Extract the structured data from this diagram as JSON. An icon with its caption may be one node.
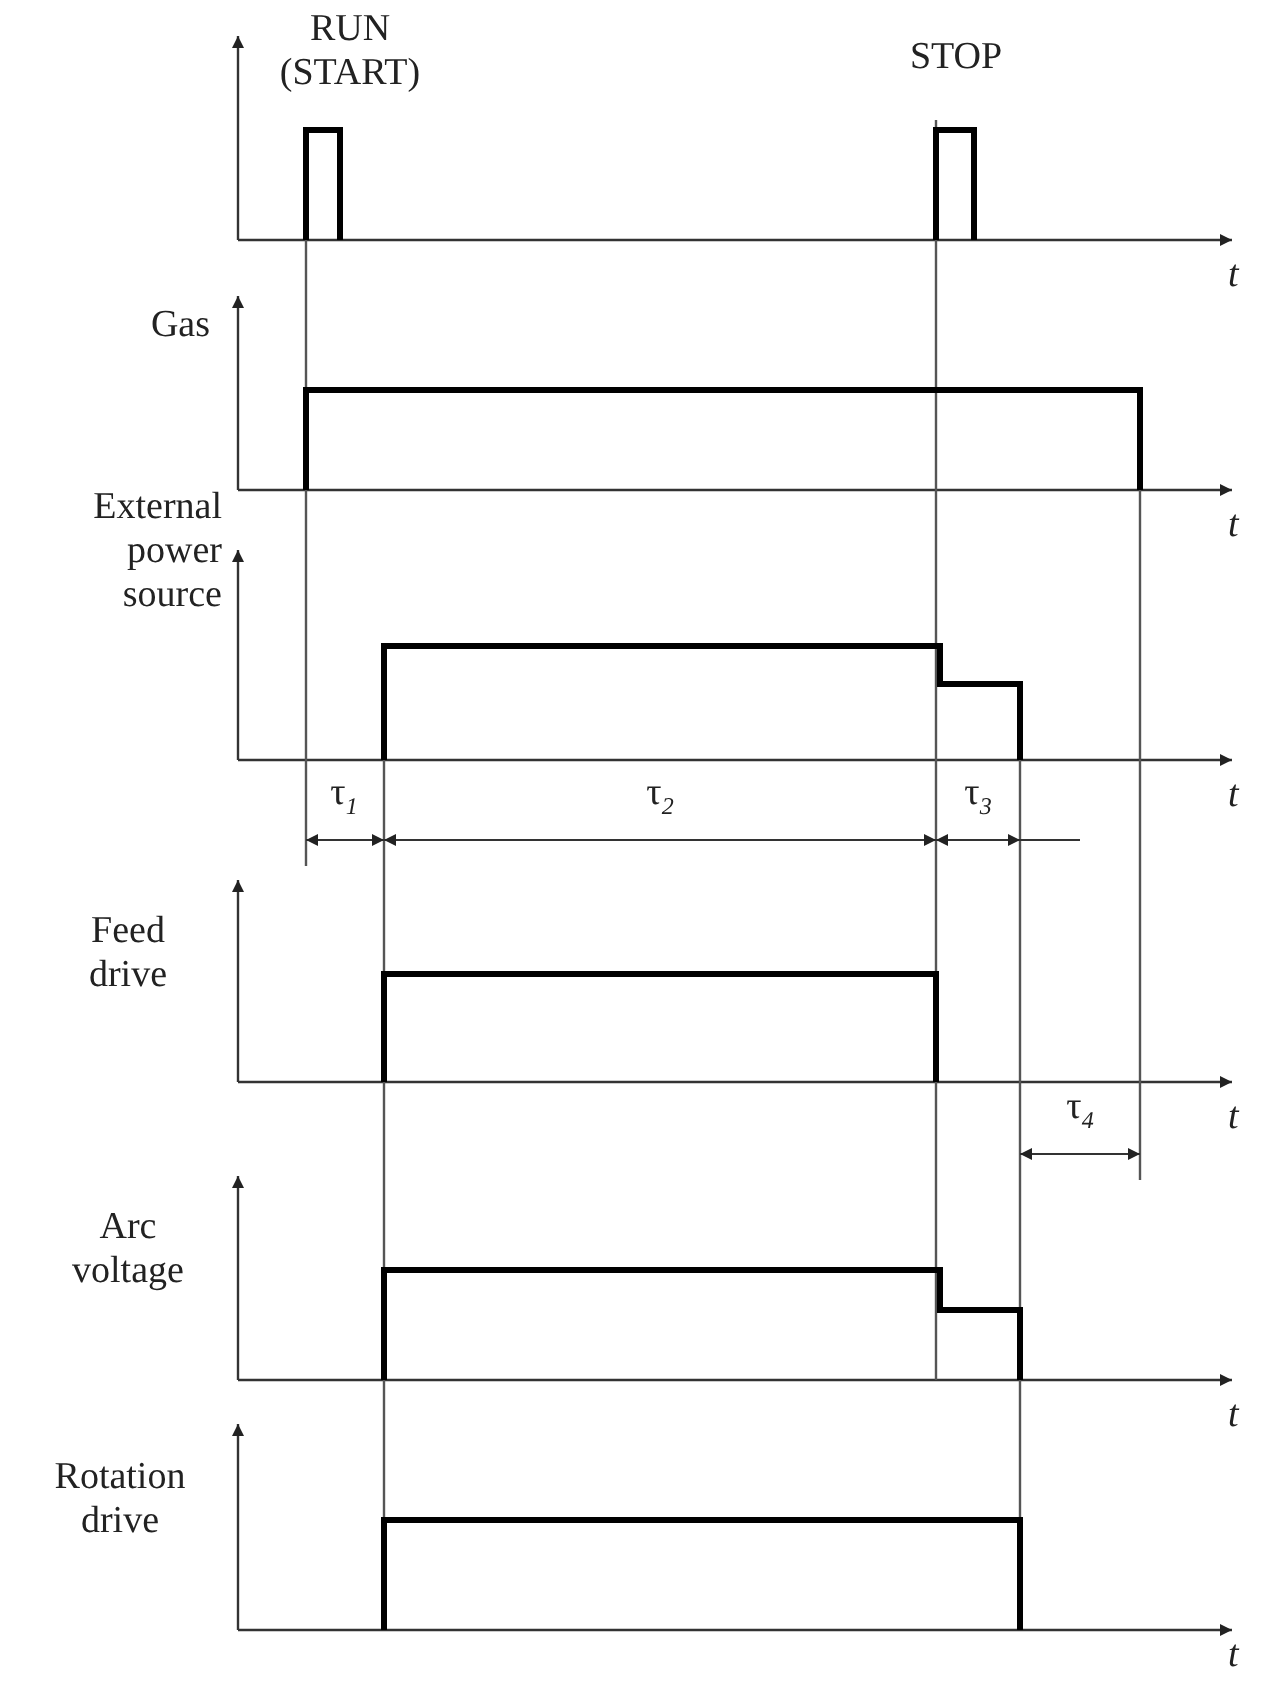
{
  "diagram": {
    "labels": [
      "RUN (START)",
      "STOP",
      "t",
      "Gas",
      "t",
      "External power source",
      "t",
      "τ$_{1}$",
      "τ$_{2}$",
      "τ$_{3}$",
      "Feed drive",
      "t",
      "τ$_{4}$",
      "Arc voltage",
      "t",
      "Rotation drive",
      "t"
    ]
  }
}
